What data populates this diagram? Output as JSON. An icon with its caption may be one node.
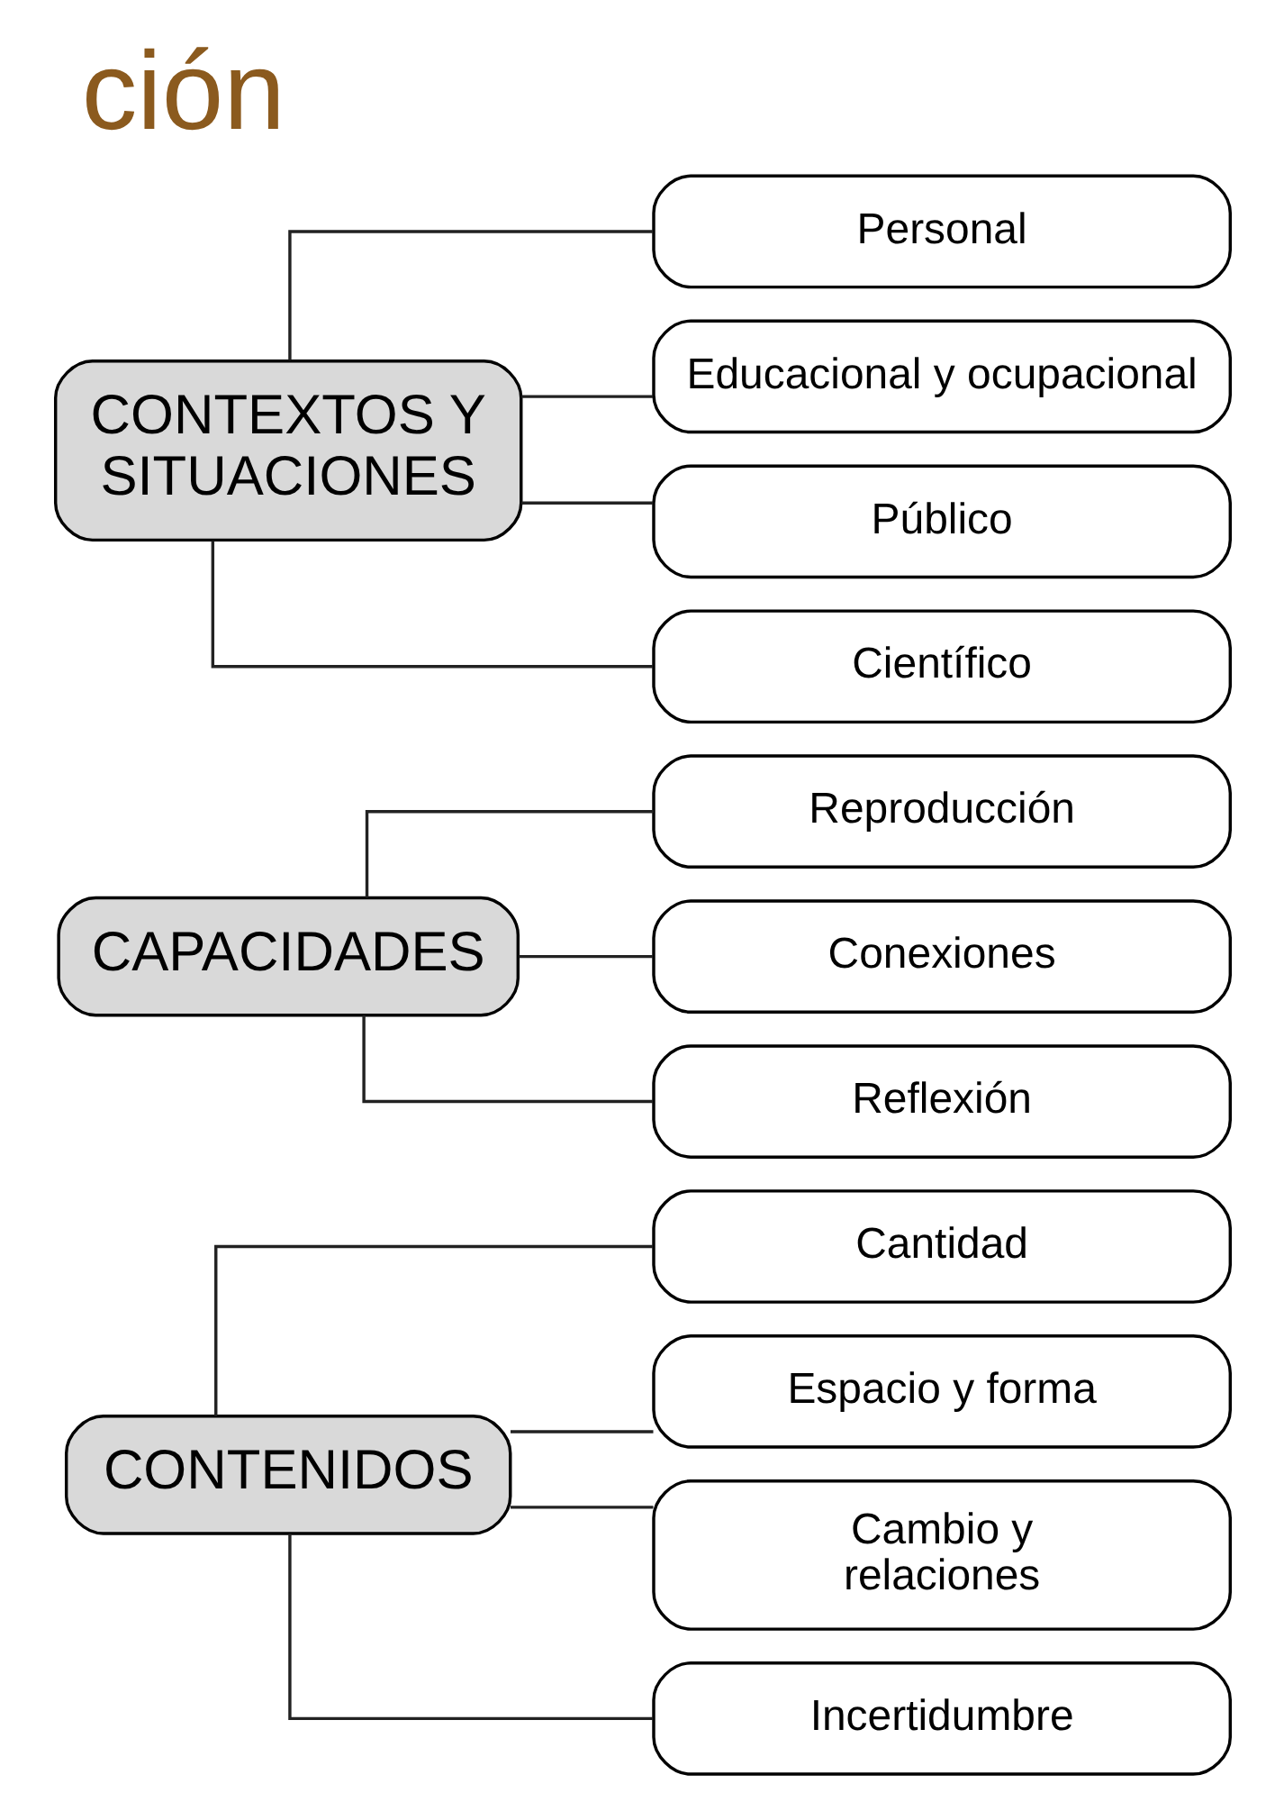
{
  "diagram": {
    "title": "ción",
    "nodes": [
      {
        "text": [
          "CONTENIDOS"
        ]
      },
      {
        "text": [
          "Cantidad"
        ]
      },
      {
        "text": [
          "Espacio y forma"
        ]
      },
      {
        "text": [
          "Cambio y relaciones"
        ]
      },
      {
        "text": [
          "Incertidumbre"
        ]
      },
      {
        "text": [
          "CAPACIDADES"
        ]
      },
      {
        "text": [
          "Reproducción"
        ]
      },
      {
        "text": [
          "Conexiones"
        ]
      },
      {
        "text": [
          "Reflexión"
        ]
      },
      {
        "text": [
          "CONTEXTOS Y SITUACIONES"
        ]
      },
      {
        "text": [
          "Personal"
        ]
      },
      {
        "text": [
          "Educacional y ocupacional"
        ]
      },
      {
        "text": [
          "Público"
        ]
      },
      {
        "text": [
          "Científico"
        ]
      }
    ],
    "edges": [
      {
        "from": 0,
        "to": 1,
        "arrow": "none"
      },
      {
        "from": 0,
        "to": 2,
        "arrow": "none"
      },
      {
        "from": 0,
        "to": 3,
        "arrow": "none"
      },
      {
        "from": 0,
        "to": 4,
        "arrow": "none"
      },
      {
        "from": 5,
        "to": 6,
        "arrow": "none"
      },
      {
        "from": 5,
        "to": 7,
        "arrow": "none"
      },
      {
        "from": 5,
        "to": 8,
        "arrow": "none"
      },
      {
        "from": 9,
        "to": 10,
        "arrow": "none"
      },
      {
        "from": 9,
        "to": 11,
        "arrow": "none"
      },
      {
        "from": 9,
        "to": 12,
        "arrow": "none"
      },
      {
        "from": 9,
        "to": 13,
        "arrow": "none"
      }
    ]
  }
}
